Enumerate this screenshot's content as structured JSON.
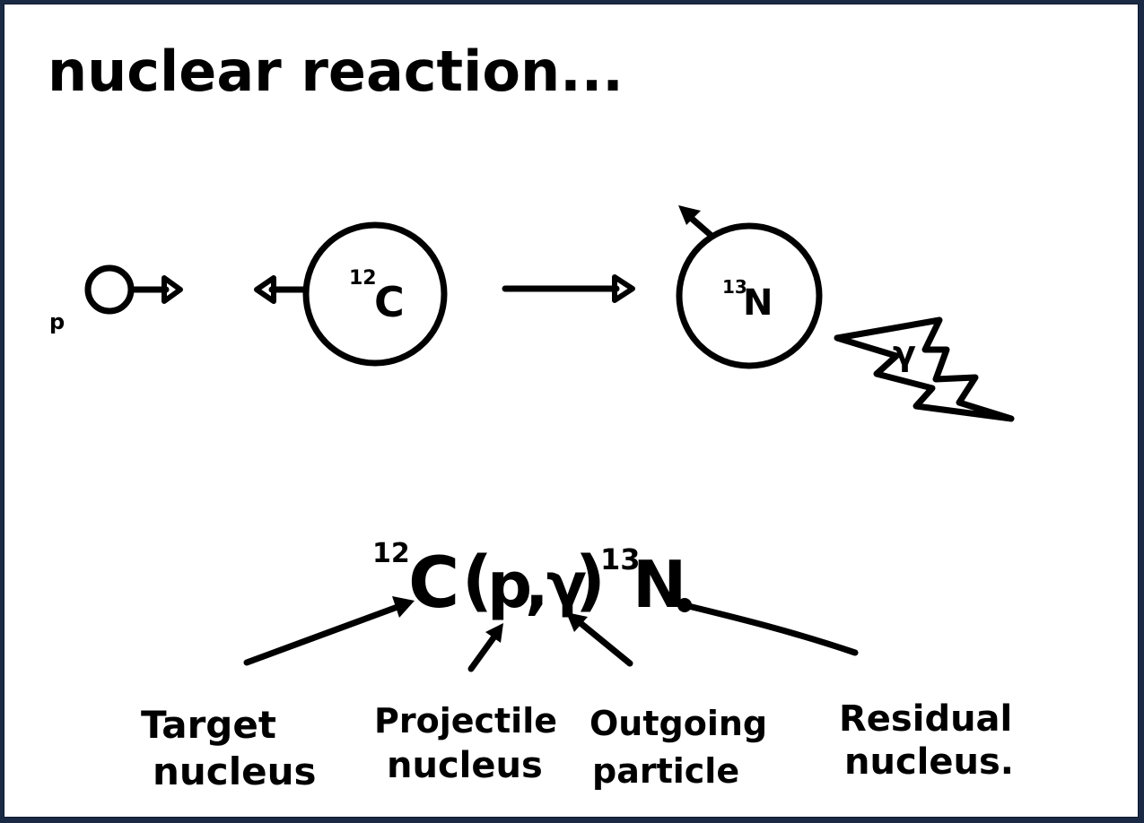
{
  "title": "nuclear reaction...",
  "diagram": {
    "proton_label": "p",
    "target_symbol": "C",
    "target_mass": "12",
    "product_symbol": "N",
    "product_mass": "13",
    "gamma_label": "γ"
  },
  "equation": {
    "target_mass": "12",
    "target_symbol": "C",
    "open_paren": "(",
    "projectile": "p",
    "comma": ",",
    "outgoing": "γ",
    "close_paren": ")",
    "residual_mass": "13",
    "residual_symbol": "N"
  },
  "labels": {
    "target": {
      "line1": "Target",
      "line2": "nucleus"
    },
    "projectile": {
      "line1": "Projectile",
      "line2": "nucleus"
    },
    "outgoing": {
      "line1": "Outgoing",
      "line2": "particle"
    },
    "residual": {
      "line1": "Residual",
      "line2": "nucleus."
    }
  },
  "colors": {
    "ink": "#000000",
    "frame": "#1b2a44",
    "paper": "#ffffff"
  }
}
